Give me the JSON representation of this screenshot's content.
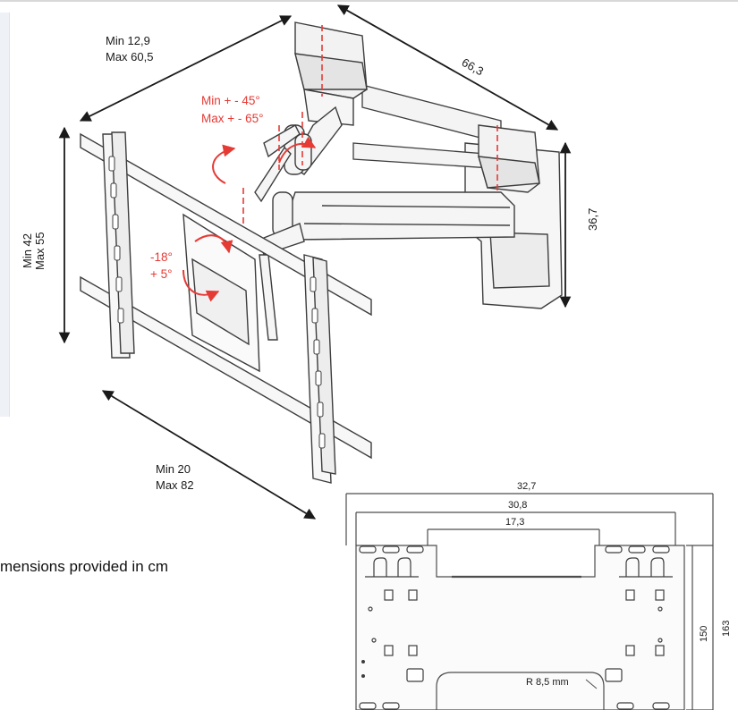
{
  "labels": {
    "top_arm_min": "Min 12,9",
    "top_arm_max": "Max 60,5",
    "depth": "66,3",
    "height_right": "36,7",
    "left_min": "Min 42",
    "left_max": "Max 55",
    "bottom_min": "Min 20",
    "bottom_max": "Max 82",
    "swivel_min": "Min + - 45°",
    "swivel_max": "Max + - 65°",
    "tilt_neg": "-18°",
    "tilt_pos": "+ 5°",
    "caption": "mensions provided in cm",
    "plate_w1": "32,7",
    "plate_w2": "30,8",
    "plate_w3": "17,3",
    "plate_h1": "150",
    "plate_h2": "163",
    "plate_radius": "R 8,5 mm"
  },
  "colors": {
    "annotation_red": "#e63a35",
    "line_dark": "#1a1a1a",
    "outline_gray": "#4d4d4d",
    "fill_light": "#f2f2f2"
  }
}
